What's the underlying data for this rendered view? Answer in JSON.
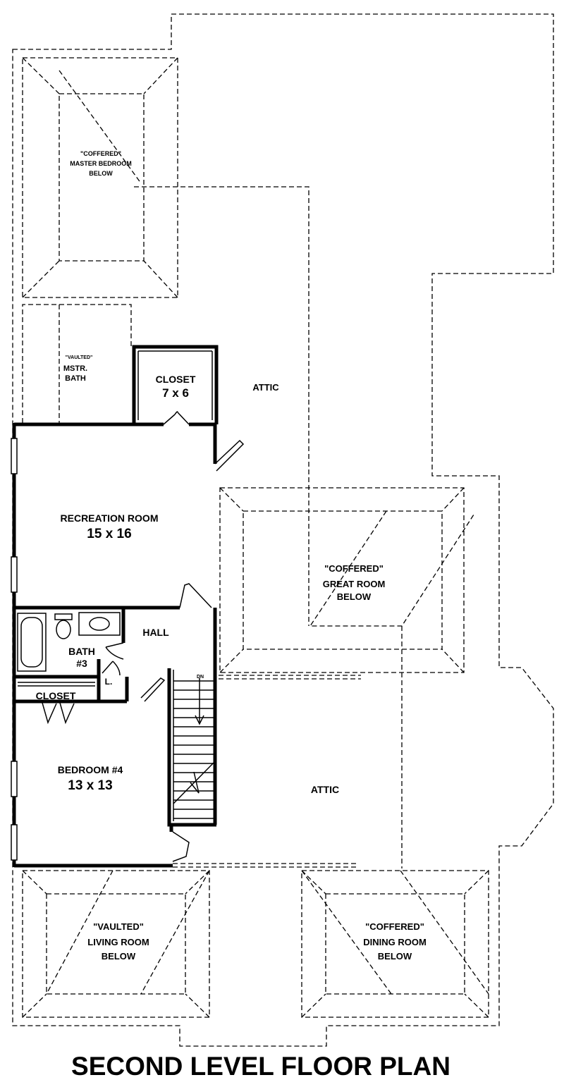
{
  "title": "SECOND LEVEL FLOOR PLAN",
  "rooms": {
    "master_below": {
      "line1": "\"COFFERED\"",
      "line2": "MASTER BEDROOM",
      "line3": "BELOW"
    },
    "mstr_bath": {
      "line1": "\"VAULTED\"",
      "line2": "MSTR.",
      "line3": "BATH"
    },
    "closet_main": {
      "name": "CLOSET",
      "size": "7 x 6"
    },
    "attic_upper": {
      "name": "ATTIC"
    },
    "recreation": {
      "name": "RECREATION ROOM",
      "size": "15 x 16"
    },
    "great_below": {
      "line1": "\"COFFERED\"",
      "line2": "GREAT ROOM",
      "line3": "BELOW"
    },
    "hall": {
      "name": "HALL"
    },
    "bath3": {
      "line1": "BATH",
      "line2": "#3"
    },
    "linen": {
      "name": "L."
    },
    "closet_bed": {
      "name": "CLOSET"
    },
    "stair": {
      "name": "DN"
    },
    "bedroom4": {
      "name": "BEDROOM #4",
      "size": "13 x 13"
    },
    "attic_lower": {
      "name": "ATTIC"
    },
    "living_below": {
      "line1": "\"VAULTED\"",
      "line2": "LIVING ROOM",
      "line3": "BELOW"
    },
    "dining_below": {
      "line1": "\"COFFERED\"",
      "line2": "DINING ROOM",
      "line3": "BELOW"
    }
  }
}
